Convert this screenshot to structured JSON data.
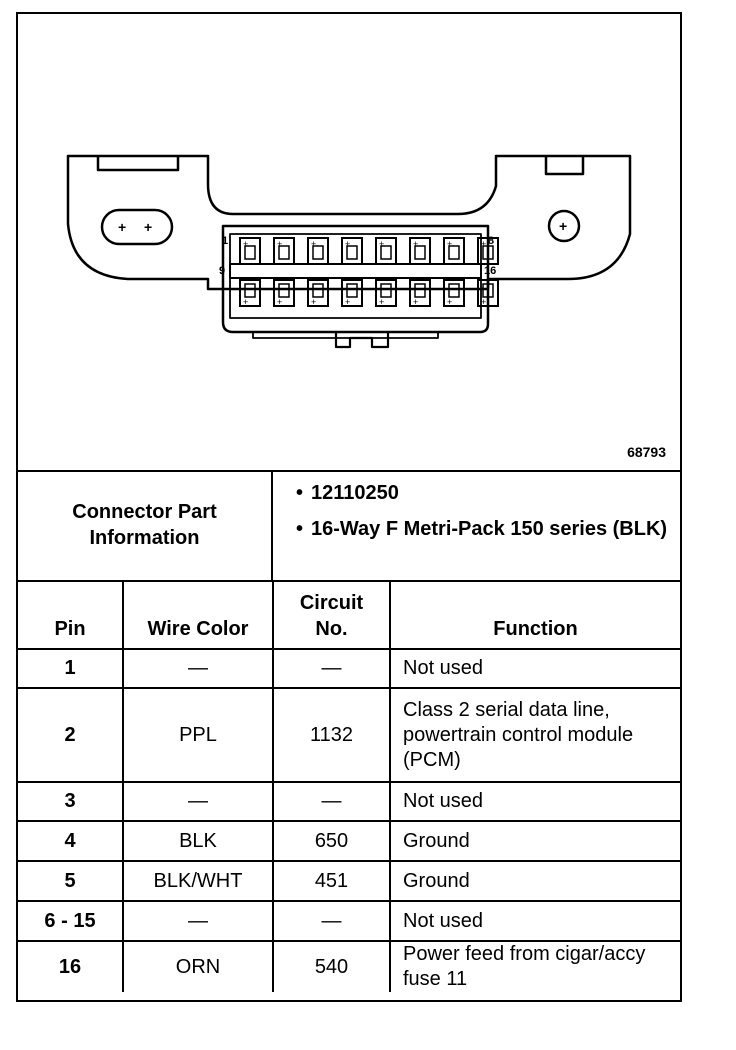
{
  "figure": {
    "id": "68793",
    "pin_labels": {
      "top_left": "1",
      "top_right": "8",
      "bottom_left": "9",
      "bottom_right": "16"
    }
  },
  "parts": {
    "label": "Connector Part Information",
    "items": [
      "12110250",
      "16-Way F Metri-Pack 150 series (BLK)"
    ],
    "bullet": "•"
  },
  "table": {
    "headers": [
      "Pin",
      "Wire Color",
      "Circuit No.",
      "Function"
    ],
    "rows": [
      {
        "pin": "1",
        "color": "—",
        "circuit": "—",
        "function": "Not used"
      },
      {
        "pin": "2",
        "color": "PPL",
        "circuit": "1132",
        "function": "Class 2 serial data line, powertrain control module (PCM)"
      },
      {
        "pin": "3",
        "color": "—",
        "circuit": "—",
        "function": "Not used"
      },
      {
        "pin": "4",
        "color": "BLK",
        "circuit": "650",
        "function": "Ground"
      },
      {
        "pin": "5",
        "color": "BLK/WHT",
        "circuit": "451",
        "function": "Ground"
      },
      {
        "pin": "6 - 15",
        "color": "—",
        "circuit": "—",
        "function": "Not used"
      },
      {
        "pin": "16",
        "color": "ORN",
        "circuit": "540",
        "function": "Power feed from cigar/accy fuse 11"
      }
    ]
  }
}
